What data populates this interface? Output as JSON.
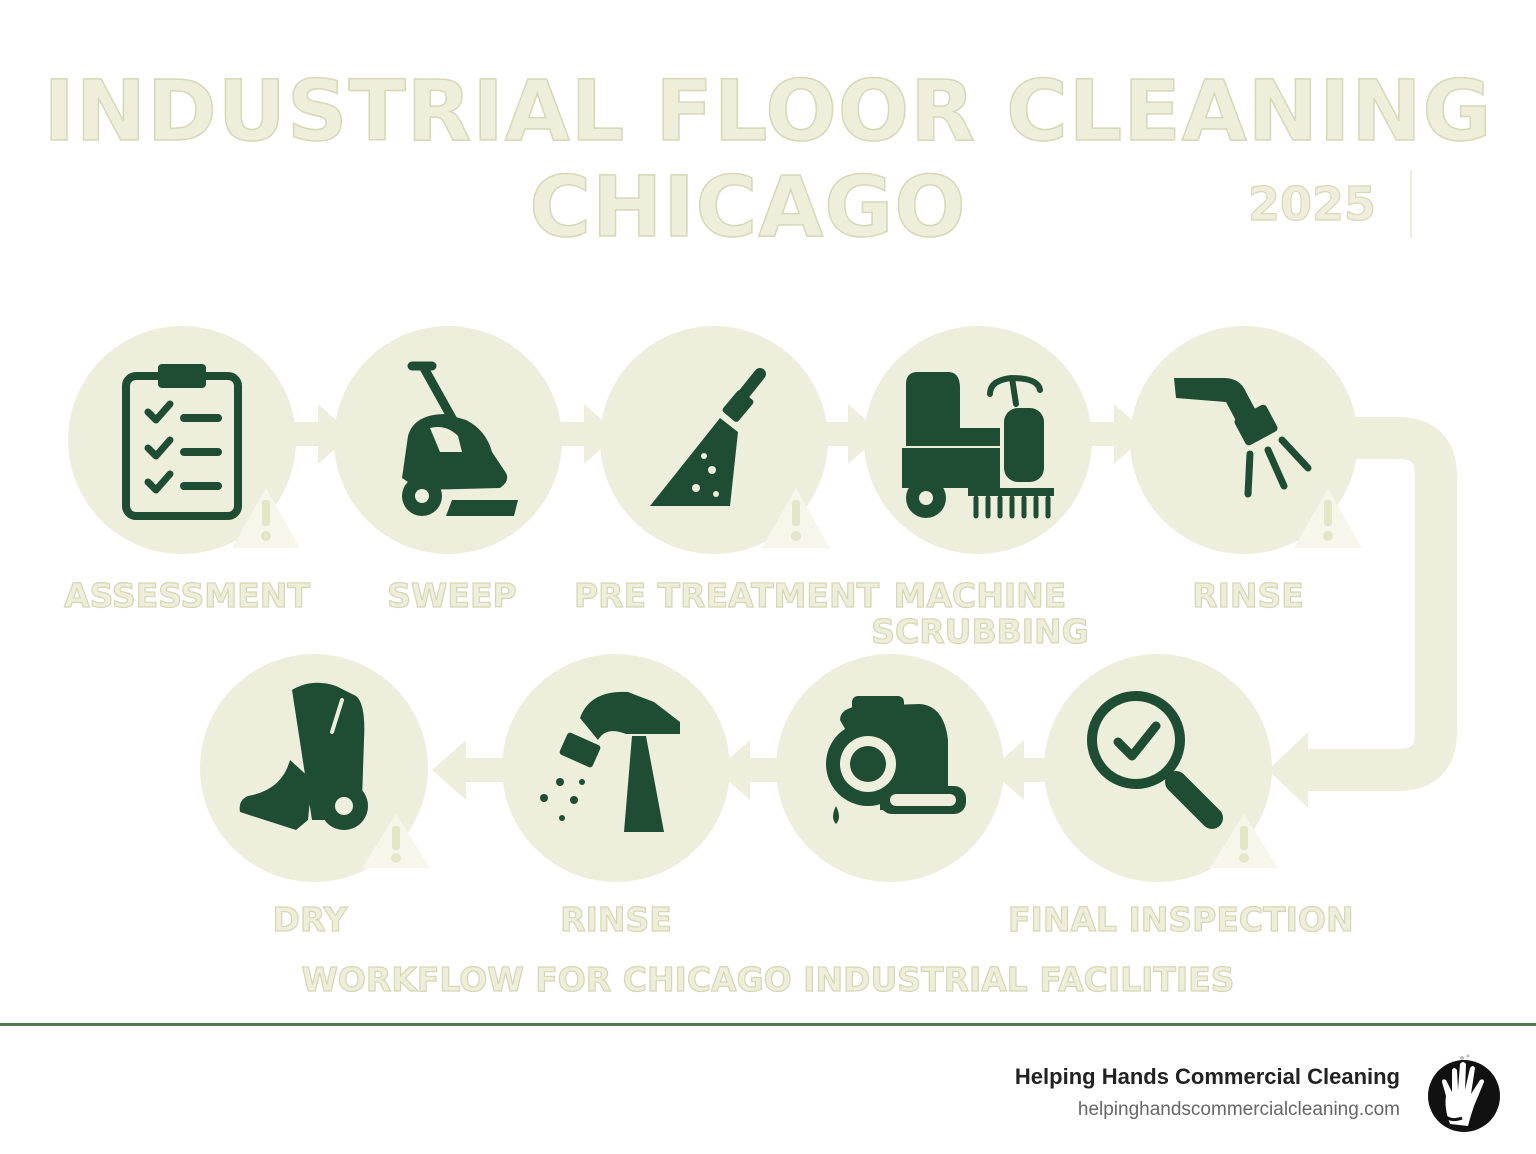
{
  "header": {
    "title_line1": "INDUSTRIAL FLOOR CLEANING",
    "title_line2": "CHICAGO",
    "year": "2025"
  },
  "steps": [
    {
      "label": "ASSESSMENT",
      "icon": "clipboard-checklist-icon"
    },
    {
      "label": "SWEEP",
      "icon": "push-sweeper-icon"
    },
    {
      "label": "PRE TREATMENT",
      "icon": "brush-applicator-icon"
    },
    {
      "label": "MACHINE SCRUBBING",
      "label_line1": "MACHINE",
      "label_line2": "SCRUBBING",
      "icon": "ride-on-scrubber-icon"
    },
    {
      "label": "RINSE",
      "icon": "spray-nozzle-icon"
    },
    {
      "label": "FINAL INSPECTION",
      "icon": "magnifier-check-icon"
    },
    {
      "label": "",
      "icon": "air-mover-icon"
    },
    {
      "label": "RINSE",
      "icon": "rinse-faucet-icon"
    },
    {
      "label": "DRY",
      "icon": "floor-dryer-icon"
    }
  ],
  "footer": {
    "caption": "WORKFLOW FOR CHICAGO INDUSTRIAL FACILITIES",
    "company": "Helping Hands Commercial Cleaning",
    "website": "helpinghandscommercialcleaning.com",
    "logo_icon": "hand-logo-icon"
  },
  "colors": {
    "icon_green": "#1f4d33",
    "circle_fill": "#eeeedc",
    "title_cream": "#eeeeda",
    "divider_green": "#4f7a52"
  }
}
